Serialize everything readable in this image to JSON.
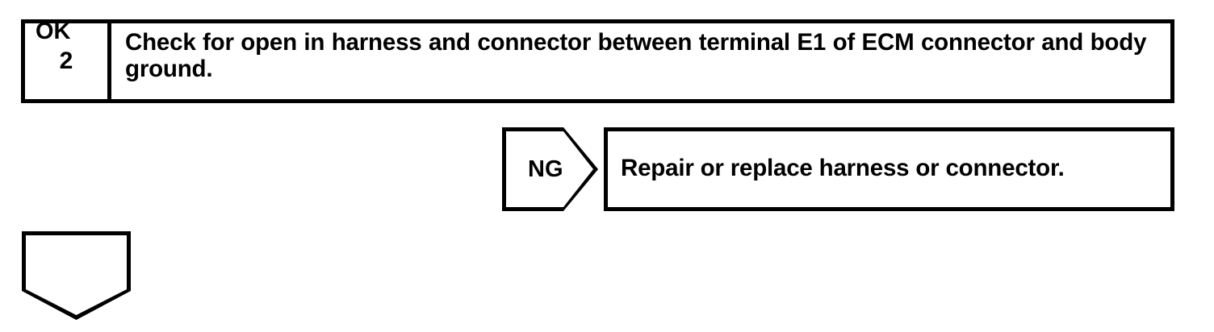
{
  "document": {
    "kind": "troubleshooting-flowchart",
    "background_color": "#ffffff",
    "ink_color": "#000000"
  },
  "step": {
    "number": "2",
    "instruction": "Check for open in harness and connector between terminal E1 of ECM connector and body ground."
  },
  "branches": {
    "ng": {
      "tag_label": "NG",
      "result_text": "Repair or replace harness or connector."
    },
    "ok": {
      "tag_label": "OK"
    }
  }
}
